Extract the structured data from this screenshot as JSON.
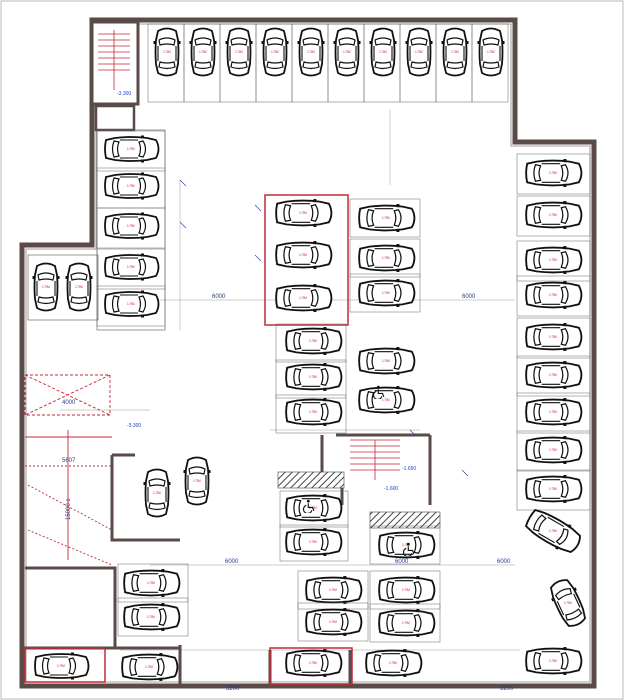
{
  "plan": {
    "dimensions": {
      "d1": "6000",
      "d2": "6000",
      "d3": "6000",
      "d4": "6000",
      "d5": "6000",
      "d6": "3200",
      "d7": "3200",
      "ramp_w": "4000",
      "ramp_len": "5607",
      "ramp_slope": "15000 с"
    },
    "levels": {
      "l1": "-3.300",
      "l2": "-3.300",
      "l3": "-1.650",
      "l4": "-1.600"
    },
    "space_tag": "1 ПМ"
  },
  "colors": {
    "wall": "#5a4a48",
    "wall_fill": "#6d5b58",
    "red_line": "#c22a36",
    "cars": "#111111",
    "dim_blue": "#2a3a8a"
  },
  "icons": {
    "stair": "stair-icon",
    "car": "car-icon",
    "wheelchair": "wheelchair-icon",
    "hatch": "hatched-zone"
  }
}
